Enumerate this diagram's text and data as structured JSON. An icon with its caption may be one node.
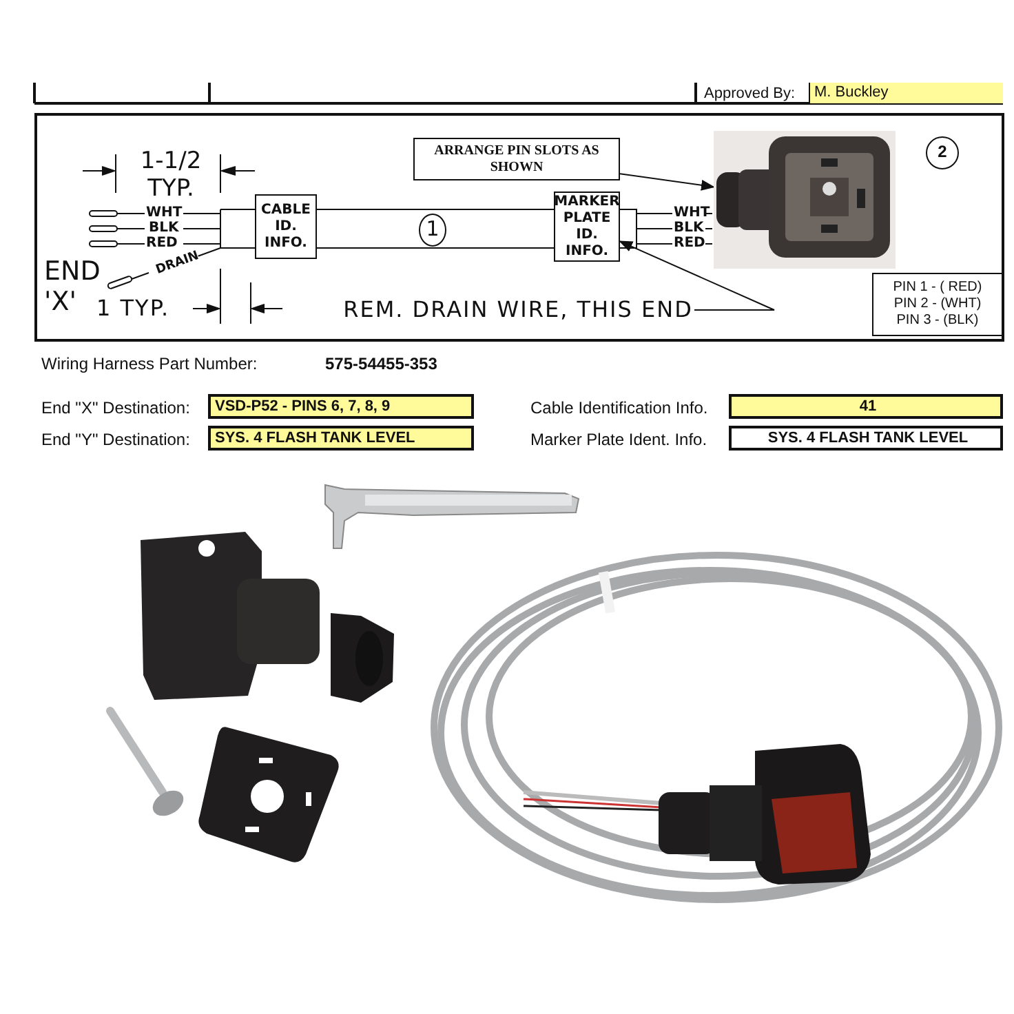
{
  "diagram": {
    "nodes": [
      {
        "text": [
          "ARRANGE PIN SLOTS AS SHOWN"
        ]
      },
      {
        "text": [
          "CABLE ID. INFO."
        ]
      },
      {
        "text": [
          "MARKER PLATE ID. INFO."
        ]
      },
      {
        "text": [],
        "shape": "picture"
      },
      {
        "text": [
          "PIN 1 - ( RED)",
          "PIN 2 - (WHT)",
          "PIN 3 - (BLK)"
        ]
      },
      {
        "text": [
          "REM. DRAIN WIRE, THIS END"
        ]
      }
    ],
    "edges": [
      {
        "from": 0,
        "to": 3,
        "arrow": "to"
      },
      {
        "from": 1,
        "to": 2,
        "arrow": "none"
      },
      {
        "from": 5,
        "to": 2,
        "arrow": "to"
      }
    ],
    "labels": [
      "Approved By:",
      "M. Buckley",
      "1-1/2 TYP.",
      "2",
      "WHT",
      "BLK",
      "RED",
      "1",
      "WHT",
      "BLK",
      "RED",
      "DRAIN",
      "END 'X'",
      "1 TYP.",
      "Wiring Harness Part Number:",
      "575-54455-353",
      "End \"X\" Destination:",
      "VSD-P52 - PINS 6, 7, 8, 9",
      "Cable Identification Info.",
      "41",
      "End \"Y\" Destination:",
      "SYS. 4 FLASH TANK LEVEL",
      "Marker Plate Ident. Info.",
      "SYS. 4 FLASH TANK LEVEL"
    ]
  }
}
